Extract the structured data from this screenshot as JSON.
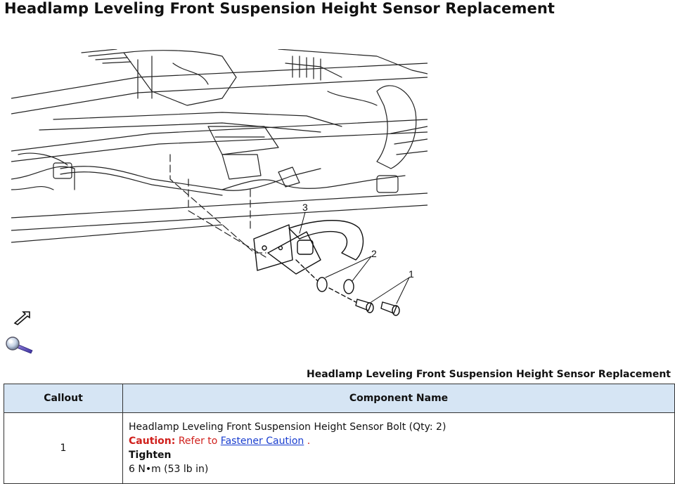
{
  "page": {
    "title": "Headlamp Leveling Front Suspension Height Sensor Replacement"
  },
  "figure": {
    "callouts": [
      "1",
      "2",
      "3"
    ]
  },
  "icons": {
    "arrow": "front-direction-arrow-icon",
    "zoom": "magnifier-icon"
  },
  "table": {
    "caption": "Headlamp Leveling Front Suspension Height Sensor Replacement",
    "headers": {
      "callout": "Callout",
      "component": "Component Name"
    },
    "rows": [
      {
        "callout": "1",
        "component": "Headlamp Leveling Front Suspension Height Sensor Bolt (Qty: 2)",
        "caution_label": "Caution:",
        "caution_text": "Refer to",
        "caution_link": "Fastener Caution",
        "caution_end": ".",
        "tighten_label": "Tighten",
        "tighten_value": "6 N•m (53 lb in)"
      }
    ]
  },
  "colors": {
    "header_bg": "#d6e5f4",
    "caution": "#d0201c",
    "link": "#1a3ecf"
  }
}
